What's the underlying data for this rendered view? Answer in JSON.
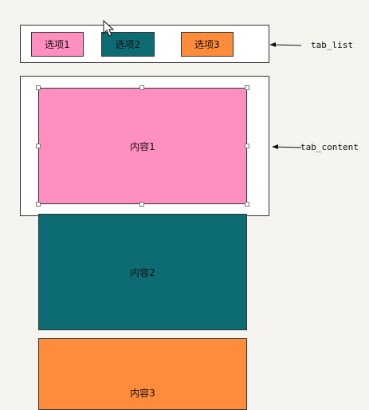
{
  "tabs": [
    {
      "label": "选项1",
      "color": "#ff8fc0"
    },
    {
      "label": "选项2",
      "color": "#0d6b74"
    },
    {
      "label": "选项3",
      "color": "#ff8c3a"
    }
  ],
  "panels": [
    {
      "label": "内容1",
      "color": "#ff8fc0"
    },
    {
      "label": "内容2",
      "color": "#0d6b74"
    },
    {
      "label": "内容3",
      "color": "#ff8c3a"
    }
  ],
  "annotations": {
    "tab_list": "tab_list",
    "tab_content": "tab_content"
  }
}
